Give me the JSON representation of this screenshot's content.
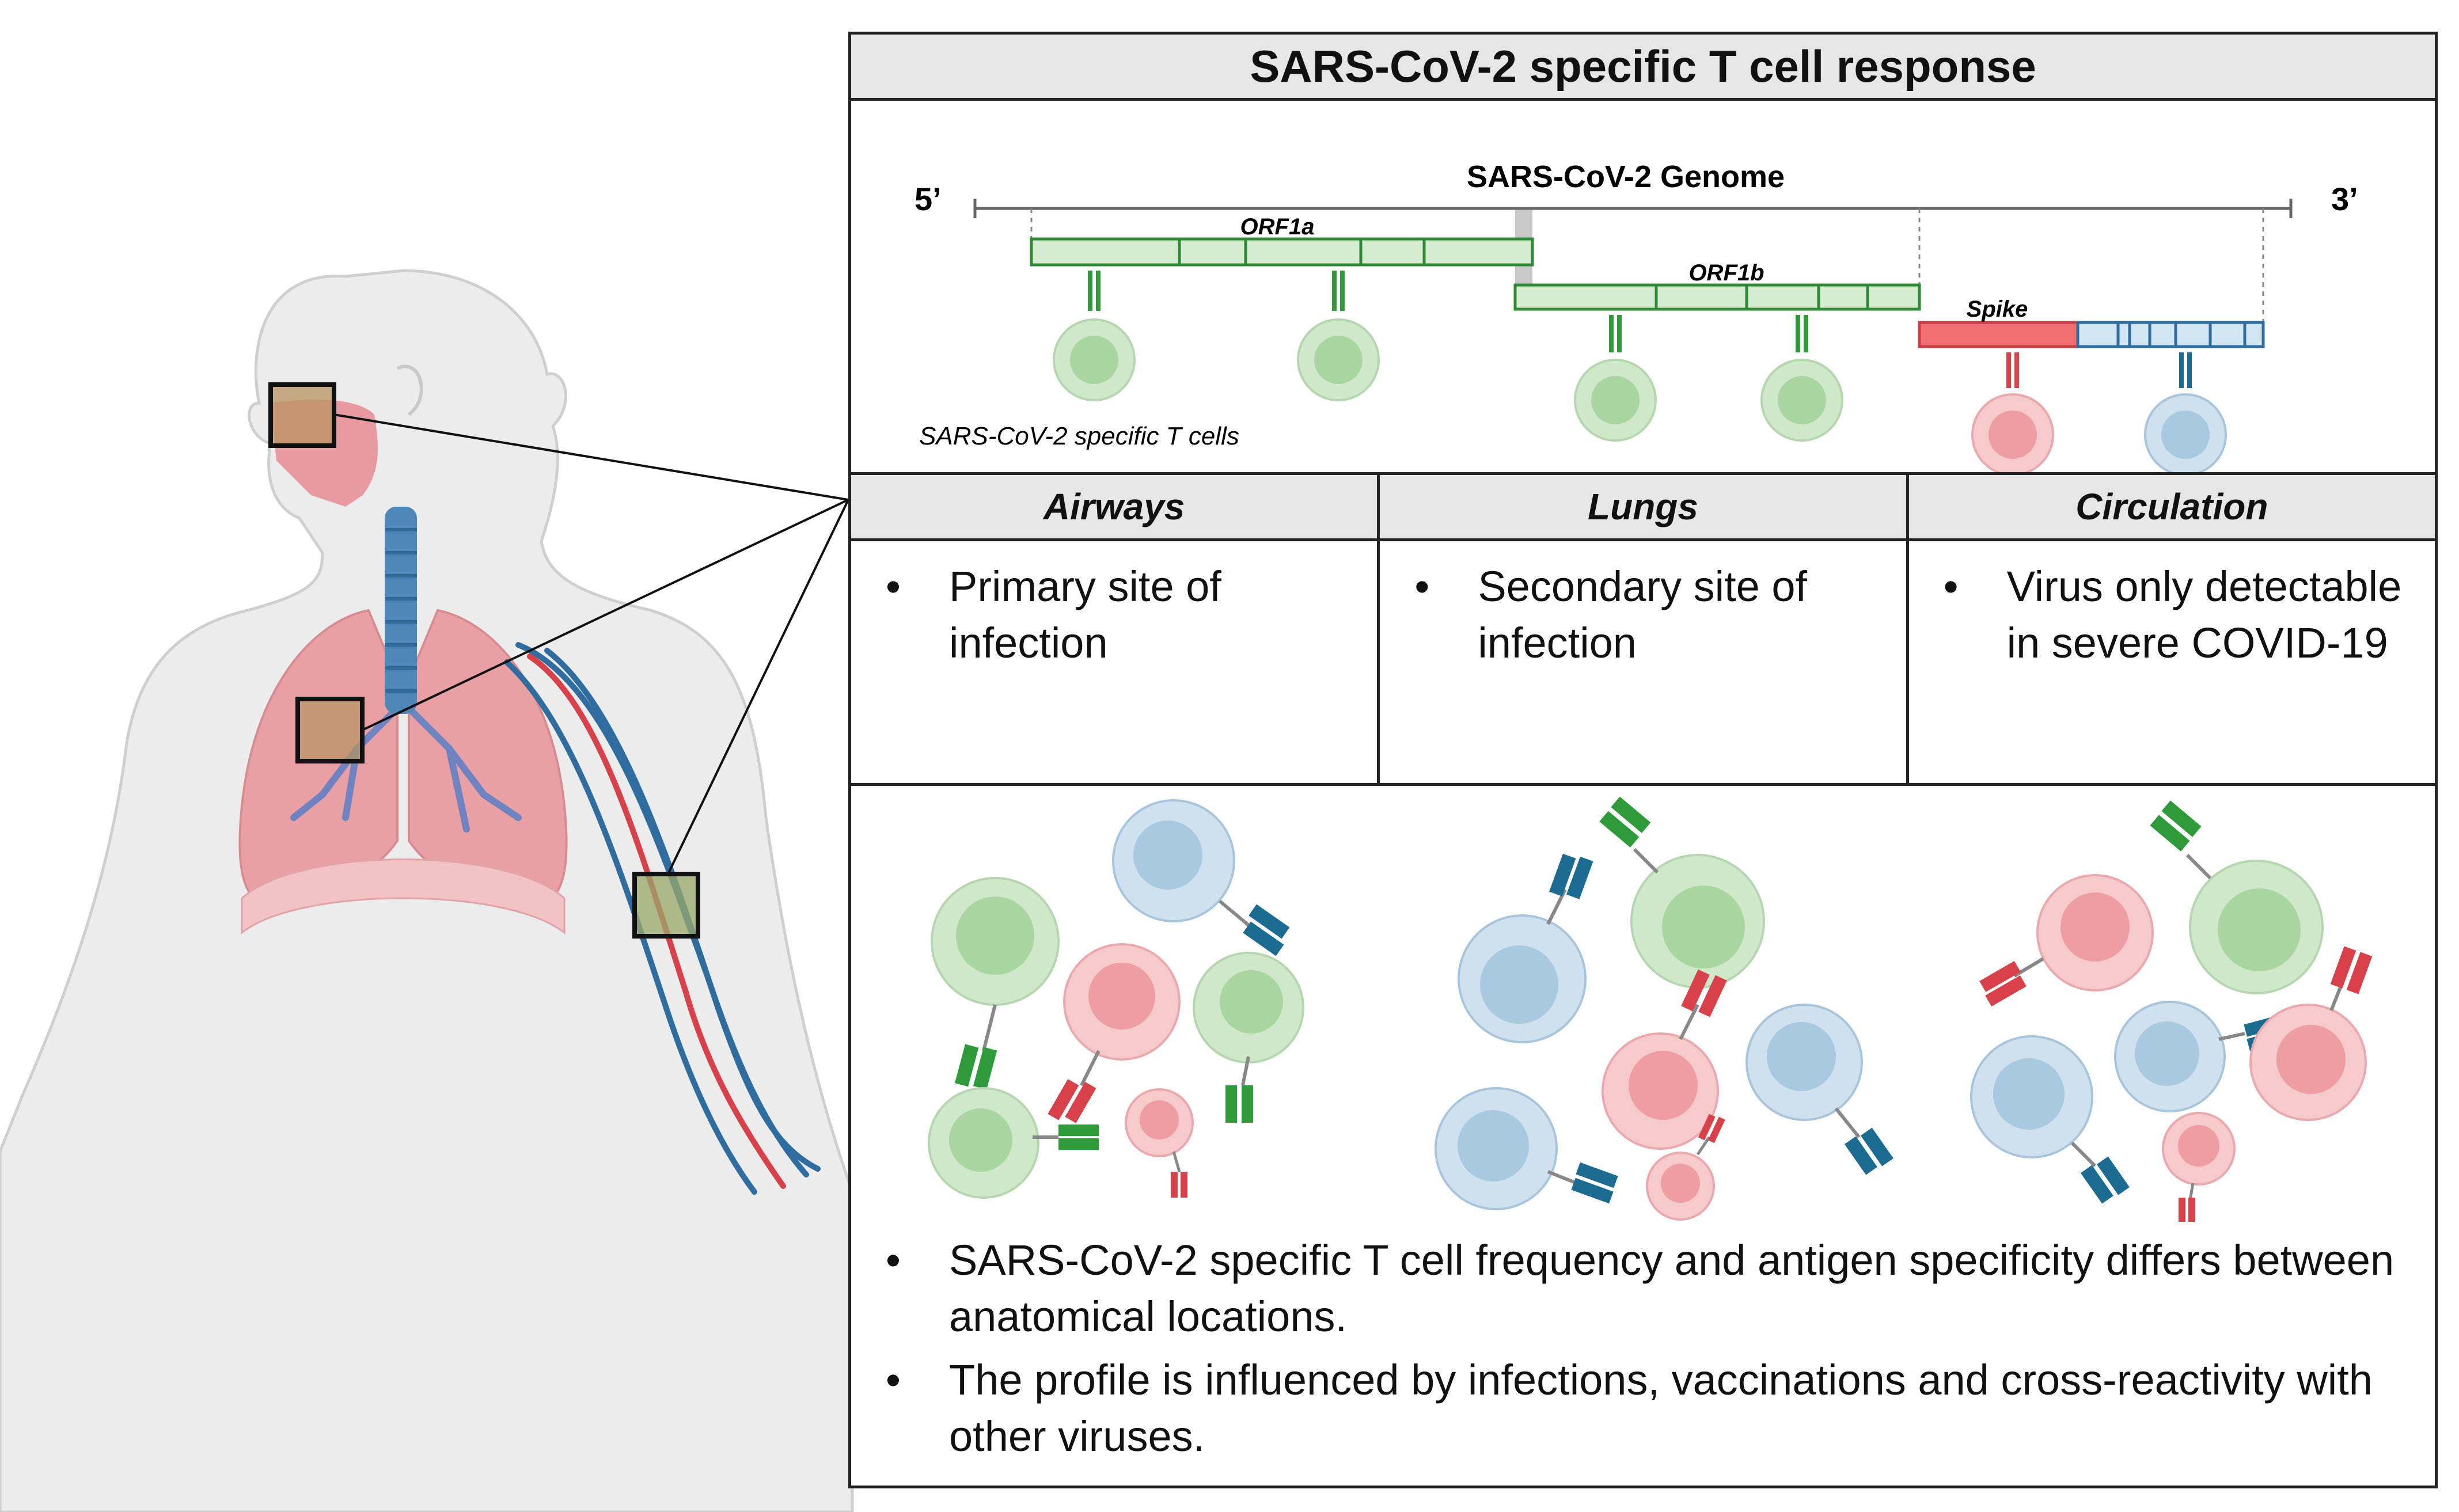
{
  "title": "SARS-CoV-2 specific T cell response",
  "genome": {
    "label": "SARS-CoV-2 Genome",
    "end5": "5’",
    "end3": "3’",
    "segments": [
      "ORF1a",
      "ORF1b",
      "Spike"
    ],
    "tcell_caption": "SARS-CoV-2 specific T cells"
  },
  "columns": [
    {
      "header": "Airways",
      "bullet": "Primary site of infection"
    },
    {
      "header": "Lungs",
      "bullet": "Secondary site of infection"
    },
    {
      "header": "Circulation",
      "bullet": "Virus only detectable in severe COVID-19"
    }
  ],
  "summary": [
    "SARS-CoV-2 specific T cell frequency and antigen specificity differs between anatomical locations.",
    "The profile is influenced by infections, vaccinations and cross-reactivity with other viruses."
  ],
  "colors": {
    "green_cell": "#cfe8c9",
    "green_core": "#a9d6a0",
    "green_receptor": "#2e9a3a",
    "red_cell": "#f6c9cb",
    "red_core": "#ee9ea3",
    "red_receptor": "#d8404a",
    "blue_cell": "#cfe1ee",
    "blue_core": "#a8c9e0",
    "blue_receptor": "#1c6c92",
    "body_skin": "#e8e8e8",
    "airway_pink": "#e79aa0",
    "trachea_blue": "#4d88b8"
  }
}
